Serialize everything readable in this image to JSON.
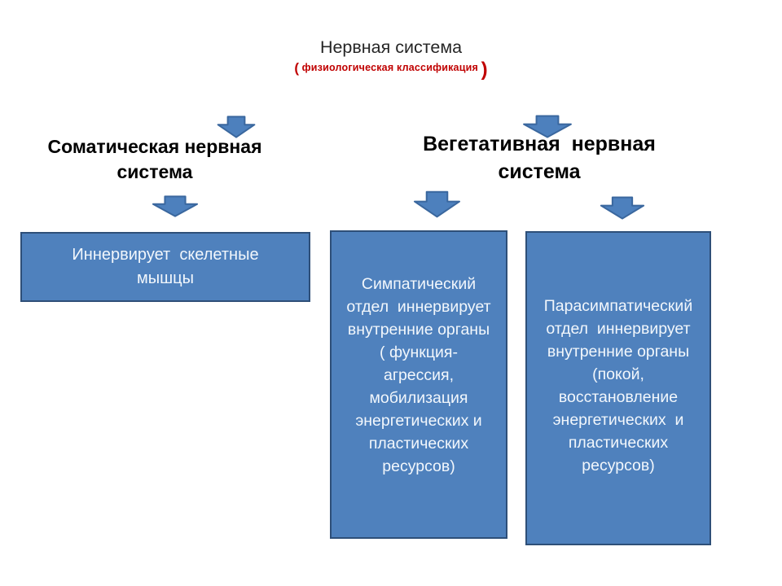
{
  "slide": {
    "title": "Нервная система",
    "subtitle": {
      "open_paren": "(",
      "text": " физиологическая классификация ",
      "close_paren": ")"
    }
  },
  "branches": {
    "somatic": {
      "label": "Соматическая нервная\nсистема",
      "box_text": "Иннервирует  скелетные\nмышцы"
    },
    "vegetative": {
      "label": "Вегетативная  нервная\nсистема",
      "sympathetic_box_text": "Симпатический\nотдел  иннервирует\nвнутренние органы\n( функция-\nагрессия,\nмобилизация\nэнергетических и\nпластических\nресурсов)",
      "parasympathetic_box_text": "Парасимпатический\nотдел  иннервирует\nвнутренние органы\n(покой,\nвосстановление\nэнергетических  и\nпластических\nресурсов)"
    }
  },
  "icons": {
    "down_arrow": "block down-arrow shape (⬇)"
  },
  "colors": {
    "background": "#ffffff",
    "title_text": "#262626",
    "label_text": "#000000",
    "accent_red": "#c00000",
    "box_fill": "#4f81bd",
    "box_border": "#2e4f78",
    "box_text": "#f2f7fc",
    "arrow_fill": "#4d80bd",
    "arrow_border": "#3a679e"
  }
}
